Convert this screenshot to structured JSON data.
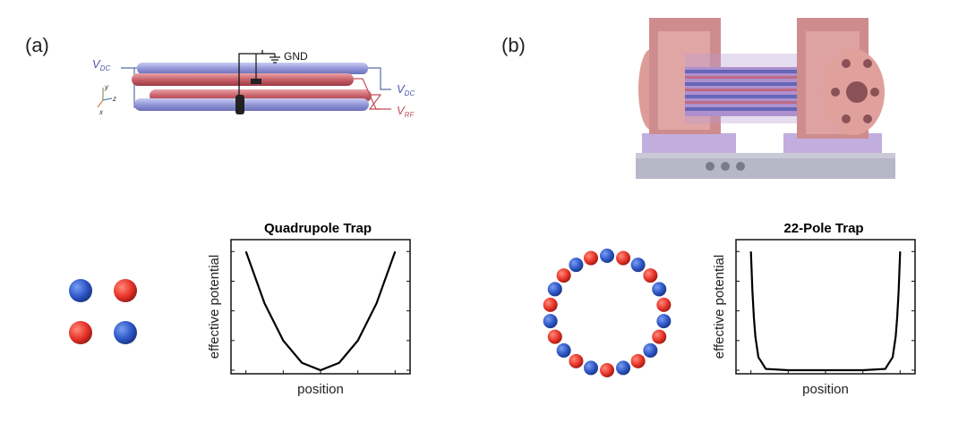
{
  "panels": [
    {
      "label": "(a)",
      "diagram_labels": {
        "gnd": "GND",
        "vdc_left": "V",
        "vdc_left_sub": "DC",
        "vdc_right": "V",
        "vdc_right_sub": "DC",
        "vrf": "V",
        "vrf_sub": "RF",
        "axis_y": "y",
        "axis_z": "z",
        "axis_x": "x"
      },
      "ions": [
        {
          "color": "#2e58c8"
        },
        {
          "color": "#e8352a"
        },
        {
          "color": "#e8352a"
        },
        {
          "color": "#2e58c8"
        }
      ]
    },
    {
      "label": "(b)",
      "ring_pole_count": 22,
      "ring_colors": [
        "#e8352a",
        "#2e58c8"
      ]
    }
  ],
  "colors": {
    "blue_ion": "#2e58c8",
    "red_ion": "#e8352a",
    "rf_rod": "#c0505a",
    "dc_rod": "#8a8fd0"
  },
  "chart_data": [
    {
      "type": "line",
      "title": "Quadrupole Trap",
      "xlabel": "position",
      "ylabel": "effective potential",
      "x": [
        -1.0,
        -0.75,
        -0.5,
        -0.25,
        0.0,
        0.25,
        0.5,
        0.75,
        1.0
      ],
      "series": [
        {
          "values": [
            1.0,
            0.5625,
            0.25,
            0.0625,
            0.0,
            0.0625,
            0.25,
            0.5625,
            1.0
          ]
        }
      ],
      "xlim": [
        -1.2,
        1.2
      ],
      "ylim": [
        -0.03,
        1.1
      ],
      "grid": false
    },
    {
      "type": "line",
      "title": "22-Pole Trap",
      "xlabel": "position",
      "ylabel": "effective potential",
      "x": [
        -1.0,
        -0.98,
        -0.96,
        -0.94,
        -0.9,
        -0.8,
        -0.5,
        0.0,
        0.5,
        0.8,
        0.9,
        0.94,
        0.96,
        0.98,
        1.0
      ],
      "series": [
        {
          "values": [
            1.0,
            0.668,
            0.44,
            0.282,
            0.11,
            0.011,
            0.0,
            0.0,
            0.0,
            0.011,
            0.11,
            0.282,
            0.44,
            0.668,
            1.0
          ]
        }
      ],
      "xlim": [
        -1.2,
        1.2
      ],
      "ylim": [
        -0.03,
        1.1
      ],
      "grid": false
    }
  ]
}
